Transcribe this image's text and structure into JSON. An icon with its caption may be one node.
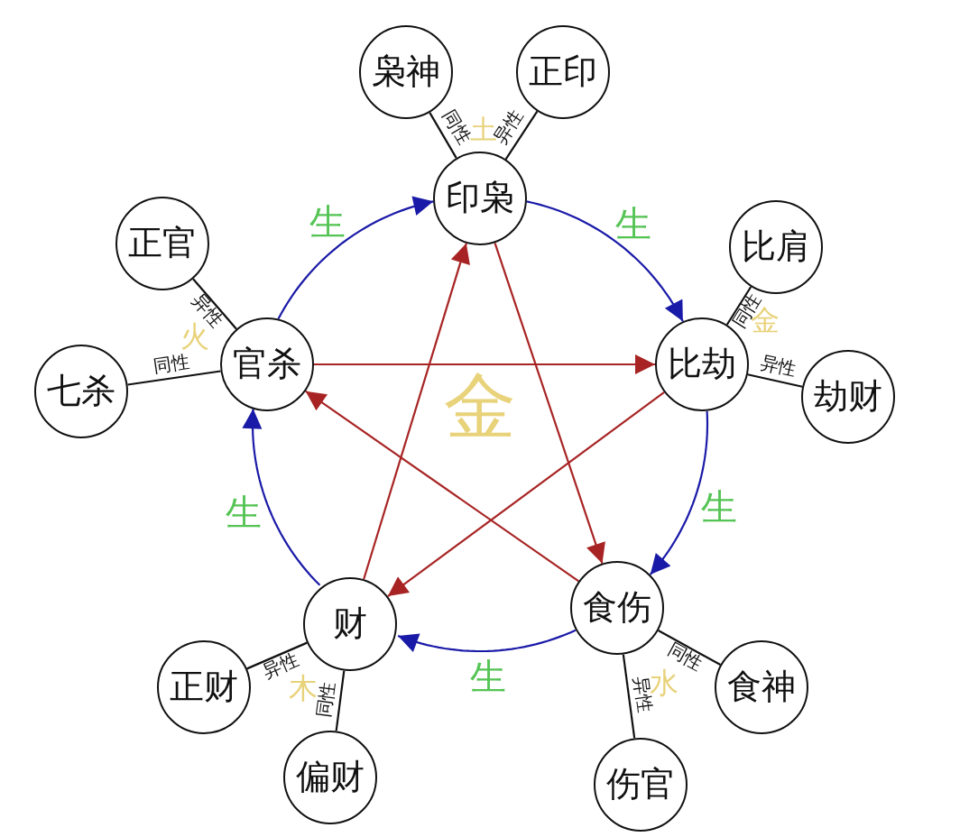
{
  "diagram": {
    "nodes": [
      {
        "text": [
          "印枭"
        ]
      },
      {
        "text": [
          "比劫"
        ]
      },
      {
        "text": [
          "食伤"
        ]
      },
      {
        "text": [
          "财"
        ]
      },
      {
        "text": [
          "官杀"
        ]
      },
      {
        "text": [
          "枭神"
        ]
      },
      {
        "text": [
          "正印"
        ]
      },
      {
        "text": [
          "比肩"
        ]
      },
      {
        "text": [
          "劫财"
        ]
      },
      {
        "text": [
          "食神"
        ]
      },
      {
        "text": [
          "伤官"
        ]
      },
      {
        "text": [
          "偏财"
        ]
      },
      {
        "text": [
          "正财"
        ]
      },
      {
        "text": [
          "正官"
        ]
      },
      {
        "text": [
          "七杀"
        ]
      }
    ],
    "edges": [
      {
        "from": 4,
        "to": 0,
        "arrow": "to",
        "label": "生",
        "color": "#1a1aa8"
      },
      {
        "from": 0,
        "to": 1,
        "arrow": "to",
        "label": "生",
        "color": "#1a1aa8"
      },
      {
        "from": 1,
        "to": 2,
        "arrow": "to",
        "label": "生",
        "color": "#1a1aa8"
      },
      {
        "from": 2,
        "to": 3,
        "arrow": "to",
        "label": "生",
        "color": "#1a1aa8"
      },
      {
        "from": 3,
        "to": 4,
        "arrow": "to",
        "label": "生",
        "color": "#1a1aa8"
      },
      {
        "from": 0,
        "to": 2,
        "arrow": "to",
        "color": "#a82424"
      },
      {
        "from": 2,
        "to": 4,
        "arrow": "to",
        "color": "#a82424"
      },
      {
        "from": 4,
        "to": 1,
        "arrow": "to",
        "color": "#a82424"
      },
      {
        "from": 1,
        "to": 3,
        "arrow": "to",
        "color": "#a82424"
      },
      {
        "from": 3,
        "to": 0,
        "arrow": "to",
        "color": "#a82424"
      },
      {
        "from": 0,
        "to": 5,
        "arrow": "none",
        "label": "同性"
      },
      {
        "from": 0,
        "to": 6,
        "arrow": "none",
        "label": "异性"
      },
      {
        "from": 1,
        "to": 7,
        "arrow": "none",
        "label": "同性"
      },
      {
        "from": 1,
        "to": 8,
        "arrow": "none",
        "label": "异性"
      },
      {
        "from": 2,
        "to": 9,
        "arrow": "none",
        "label": "同性"
      },
      {
        "from": 2,
        "to": 10,
        "arrow": "none",
        "label": "异性"
      },
      {
        "from": 3,
        "to": 12,
        "arrow": "none",
        "label": "异性"
      },
      {
        "from": 3,
        "to": 11,
        "arrow": "none",
        "label": "同性"
      },
      {
        "from": 4,
        "to": 13,
        "arrow": "none",
        "label": "异性"
      },
      {
        "from": 4,
        "to": 14,
        "arrow": "none",
        "label": "同性"
      }
    ],
    "labels": [
      "土",
      "火",
      "金",
      "金",
      "水",
      "木"
    ]
  }
}
